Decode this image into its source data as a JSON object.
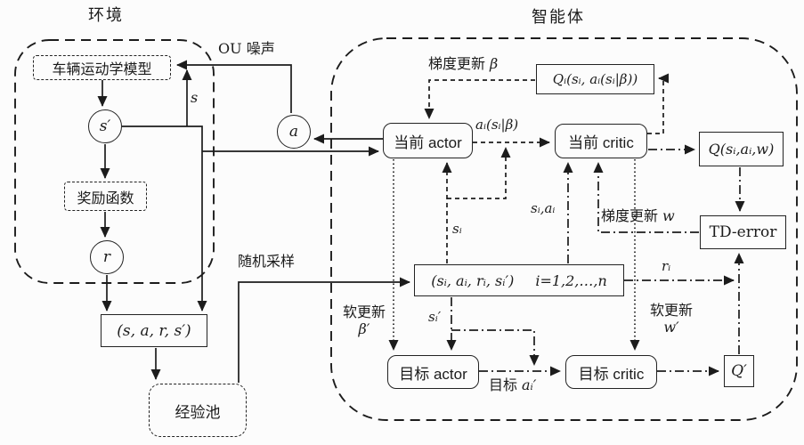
{
  "titles": {
    "environment": "环境",
    "agent": "智能体"
  },
  "nodes": {
    "vehicle_model": "车辆运动学模型",
    "s_prime": "s′",
    "reward_fn": "奖励函数",
    "r": "r",
    "sars": "(s, a, r, s′)",
    "experience_pool": "经验池",
    "a": "a",
    "current_actor": "当前 actor",
    "current_critic": "当前 critic",
    "qi_box": "Qᵢ(sᵢ, aᵢ(sᵢ|β))",
    "q_box": "Q(sᵢ,aᵢ,w)",
    "td_error": "TD-error",
    "sample_tuple": "(sᵢ, aᵢ, rᵢ, sᵢ′)",
    "sample_index": "i=1,2,…,n",
    "target_actor": "目标 actor",
    "target_critic": "目标 critic",
    "q_prime": "Q′"
  },
  "edge_labels": {
    "ou_noise": "OU 噪声",
    "s": "s",
    "random_sampling": "随机采样",
    "grad_update_zh": "梯度更新",
    "beta": "β",
    "w": "w",
    "ai_si_beta": "aᵢ(sᵢ|β)",
    "si": "sᵢ",
    "si_ai": "sᵢ,aᵢ",
    "ri": "rᵢ",
    "si_prime": "sᵢ′",
    "soft_update_zh": "软更新",
    "beta_prime": "β′",
    "w_prime": "w′",
    "target_zh": "目标",
    "target_ai_prime": "aᵢ′"
  },
  "colors": {
    "line": "#1c1c1c",
    "background": "#fcfcfc",
    "text": "#1b1b1b"
  }
}
